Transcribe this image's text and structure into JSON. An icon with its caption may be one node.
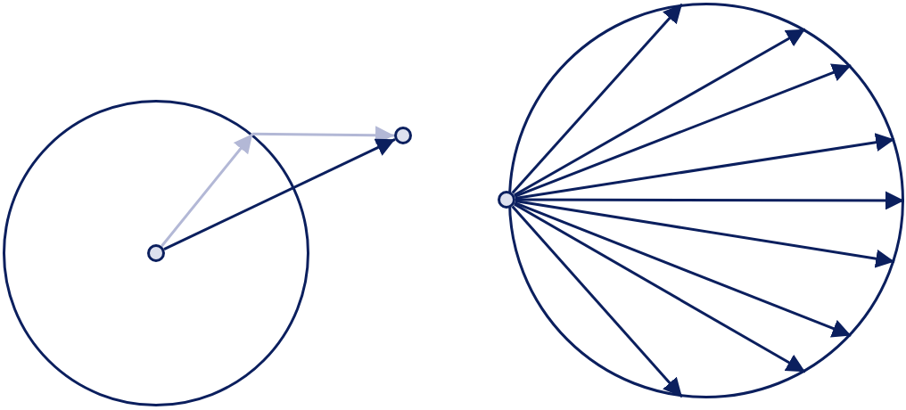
{
  "diagram": {
    "nodes": [
      {
        "text": [],
        "shape": "circle"
      },
      {
        "text": [],
        "shape": "circle",
        "in": 0
      },
      {
        "text": [],
        "shape": "circle"
      },
      {
        "text": [],
        "shape": "circle"
      },
      {
        "text": [],
        "shape": "circle"
      }
    ],
    "edges": [
      {
        "from": 1,
        "to": 0,
        "arrow": "to",
        "color": "#b3b8d6"
      },
      {
        "from": 0,
        "to": 2,
        "arrow": "to",
        "color": "#b3b8d6"
      },
      {
        "from": 1,
        "to": 2,
        "arrow": "to"
      },
      {
        "from": 4,
        "to": 3,
        "arrow": "to"
      },
      {
        "from": 4,
        "to": 3,
        "arrow": "to"
      },
      {
        "from": 4,
        "to": 3,
        "arrow": "to"
      },
      {
        "from": 4,
        "to": 3,
        "arrow": "to"
      },
      {
        "from": 4,
        "to": 3,
        "arrow": "to"
      },
      {
        "from": 4,
        "to": 3,
        "arrow": "to"
      },
      {
        "from": 4,
        "to": 3,
        "arrow": "to"
      },
      {
        "from": 4,
        "to": 3,
        "arrow": "to"
      },
      {
        "from": 4,
        "to": 3,
        "arrow": "to"
      }
    ]
  }
}
